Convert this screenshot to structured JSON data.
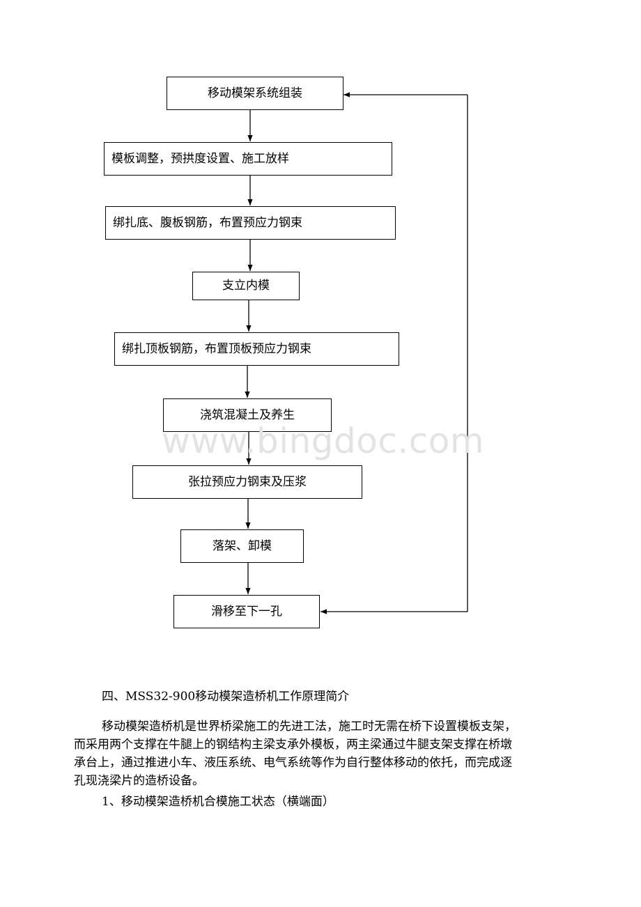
{
  "flowchart": {
    "steps": [
      "移动模架系统组装",
      "模板调整，预拱度设置、施工放样",
      "绑扎底、腹板钢筋，布置预应力钢束",
      "支立内模",
      "绑扎顶板钢筋，布置顶板预应力钢束",
      "浇筑混凝土及养生",
      "张拉预应力钢束及压浆",
      "落架、卸模",
      "滑移至下一孔"
    ]
  },
  "watermark": "www.bingdoc.com",
  "section_heading": "四、MSS32-900移动模架造桥机工作原理简介",
  "paragraph_lines": [
    "移动模架造桥机是世界桥梁施工的先进工法，施工时无需在桥下设置模板支架，",
    "而采用两个支撑在牛腿上的钢结构主梁支承外模板，两主梁通过牛腿支架支撑在桥墩",
    "承台上，通过推进小车、液压系统、电气系统等作为自行整体移动的依托，而完成逐",
    "孔现浇梁片的造桥设备。"
  ],
  "subheading": "1、移动模架造桥机合模施工状态（横端面）"
}
